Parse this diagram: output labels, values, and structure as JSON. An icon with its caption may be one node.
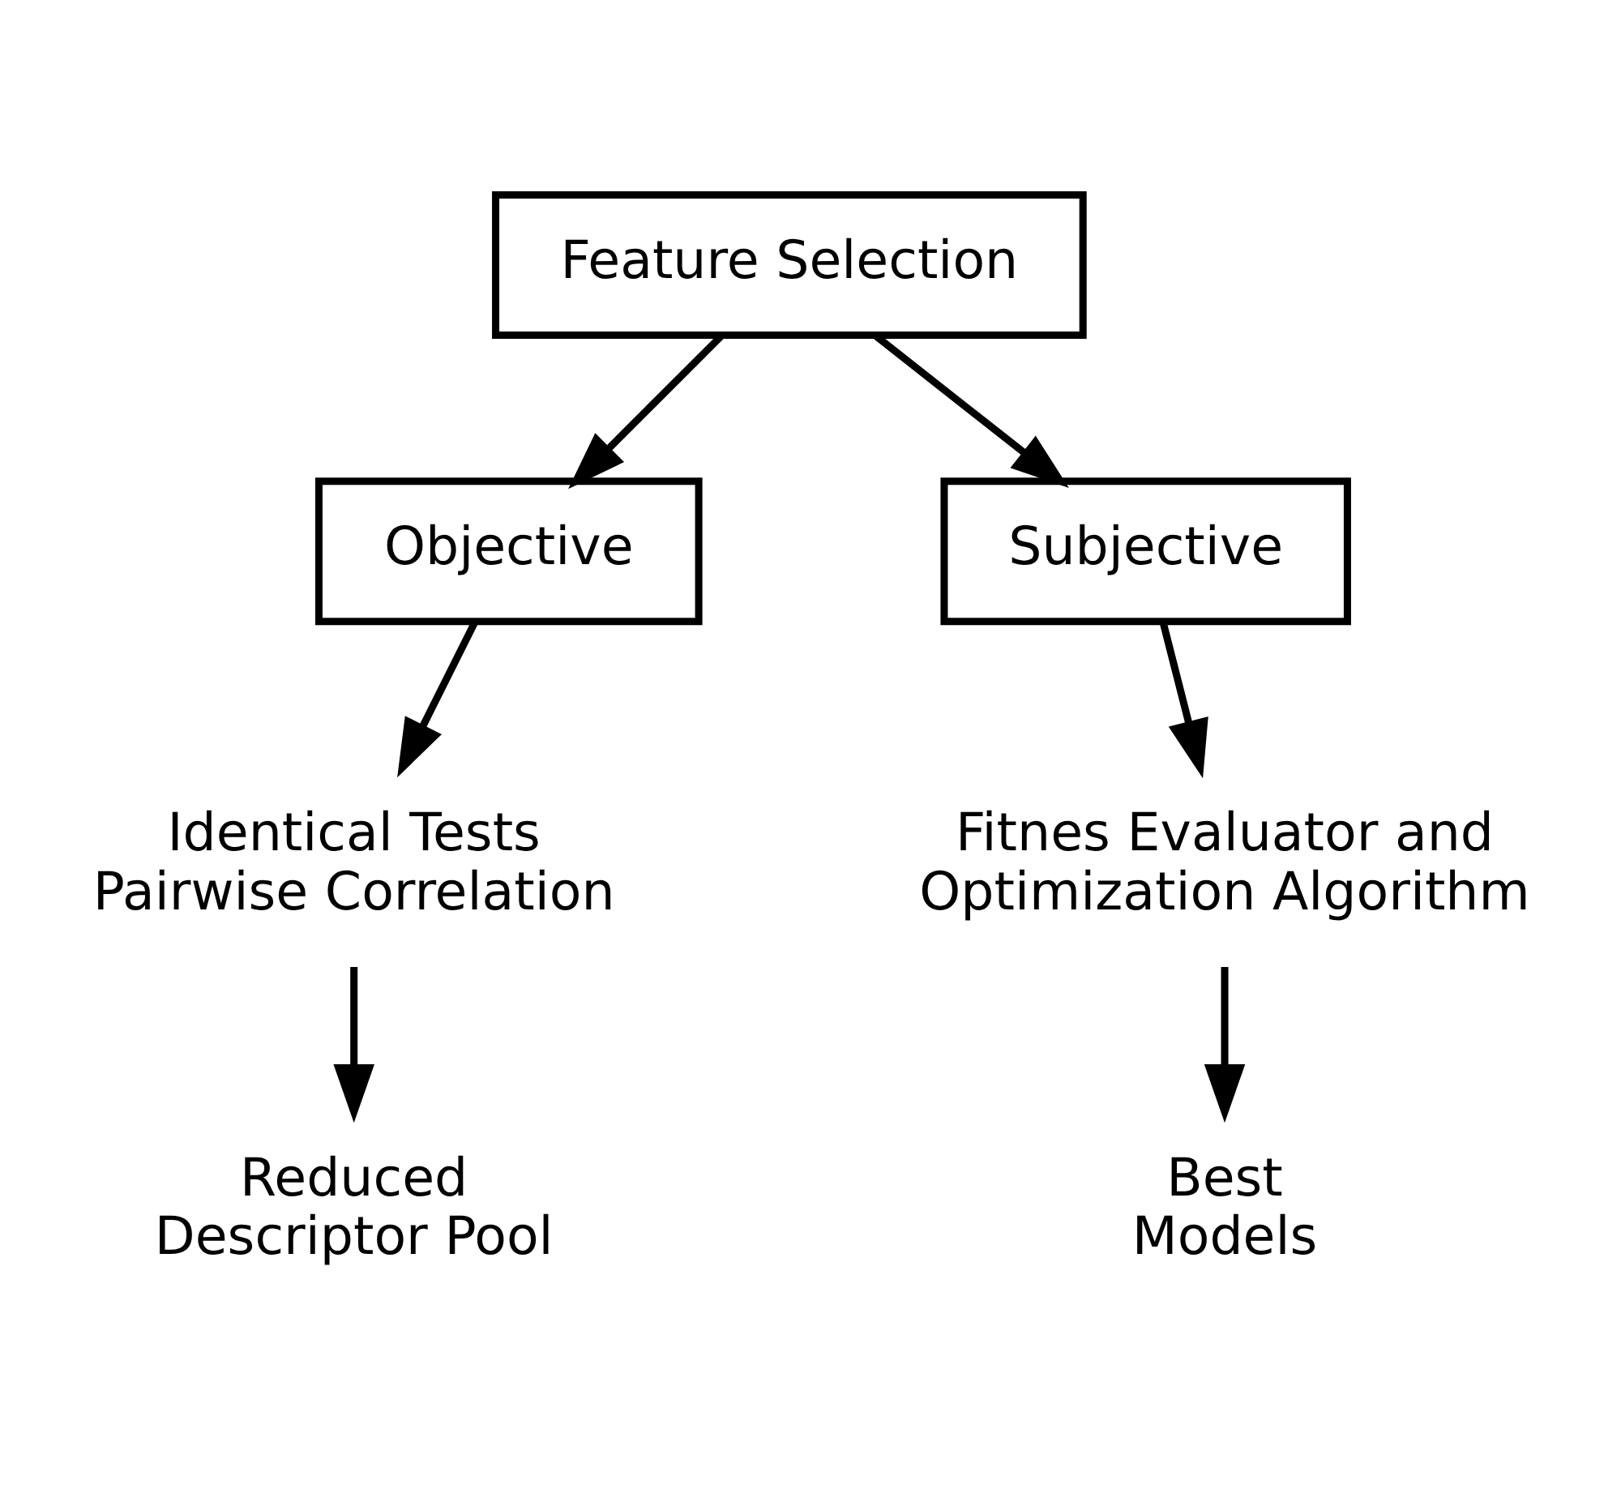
{
  "diagram": {
    "nodes": [
      {
        "text": [
          "Feature Selection"
        ]
      },
      {
        "text": [
          "Objective"
        ]
      },
      {
        "text": [
          "Subjective"
        ]
      },
      {
        "text": [
          "Identical Tests Pairwise Correlation"
        ]
      },
      {
        "text": [
          "Fitnes Evaluator and Optimization Algorithm"
        ]
      },
      {
        "text": [
          "Reduced Descriptor Pool"
        ]
      },
      {
        "text": [
          "Best Models"
        ]
      }
    ],
    "edges": [
      {
        "from": 0,
        "to": 1,
        "arrow": "to"
      },
      {
        "from": 0,
        "to": 2,
        "arrow": "to"
      },
      {
        "from": 1,
        "to": 3,
        "arrow": "to"
      },
      {
        "from": 2,
        "to": 4,
        "arrow": "to"
      },
      {
        "from": 3,
        "to": 5,
        "arrow": "to"
      },
      {
        "from": 4,
        "to": 6,
        "arrow": "to"
      }
    ]
  }
}
